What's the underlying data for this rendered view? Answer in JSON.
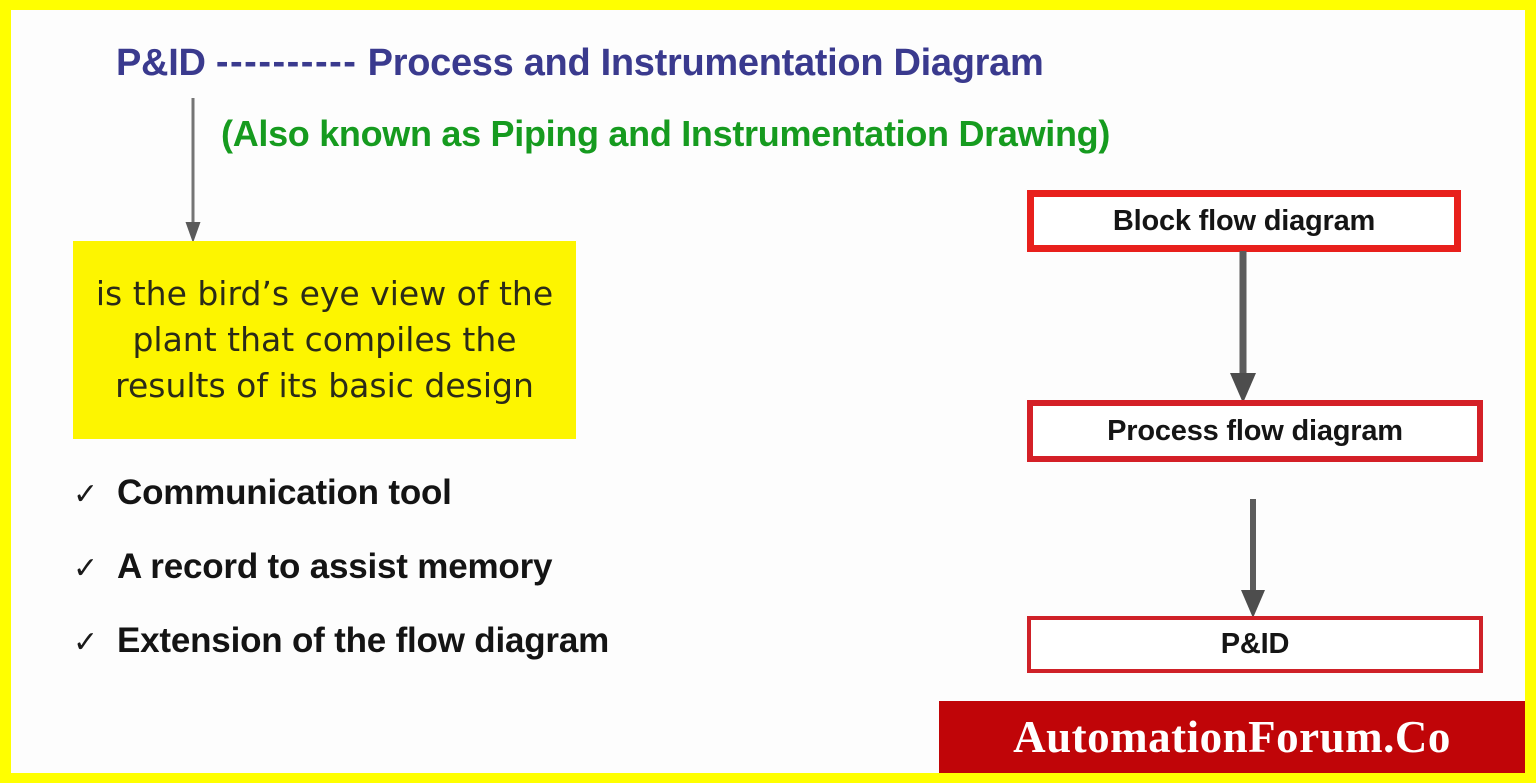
{
  "colors": {
    "frame_yellow": "#ffff00",
    "canvas_white": "#fdfdfd",
    "title_navy": "#3a3a8e",
    "subtitle_green": "#169b1f",
    "highlight_yellow": "#fdf500",
    "box_red": "#e8201c",
    "arrow_gray": "#4d4d4d",
    "watermark_red": "#c00508",
    "watermark_text": "#ffffff"
  },
  "title": {
    "abbreviation": "P&ID",
    "dashes": "----------",
    "expansion": "Process and Instrumentation Diagram",
    "subtitle": "(Also known as Piping and Instrumentation Drawing)"
  },
  "definition": {
    "text": "is the bird’s eye view of the plant that compiles the results of its basic design"
  },
  "bullets": {
    "check_glyph": "✓",
    "items": [
      {
        "label": "Communication tool"
      },
      {
        "label": "A record to assist memory"
      },
      {
        "label": "Extension of the flow diagram"
      }
    ]
  },
  "flow_chart": {
    "boxes": [
      {
        "label": "Block flow diagram"
      },
      {
        "label": "Process flow diagram"
      },
      {
        "label": "P&ID"
      }
    ],
    "arrows": [
      {
        "direction": "down"
      },
      {
        "direction": "down"
      }
    ]
  },
  "watermark": {
    "text": "AutomationForum.Co"
  }
}
